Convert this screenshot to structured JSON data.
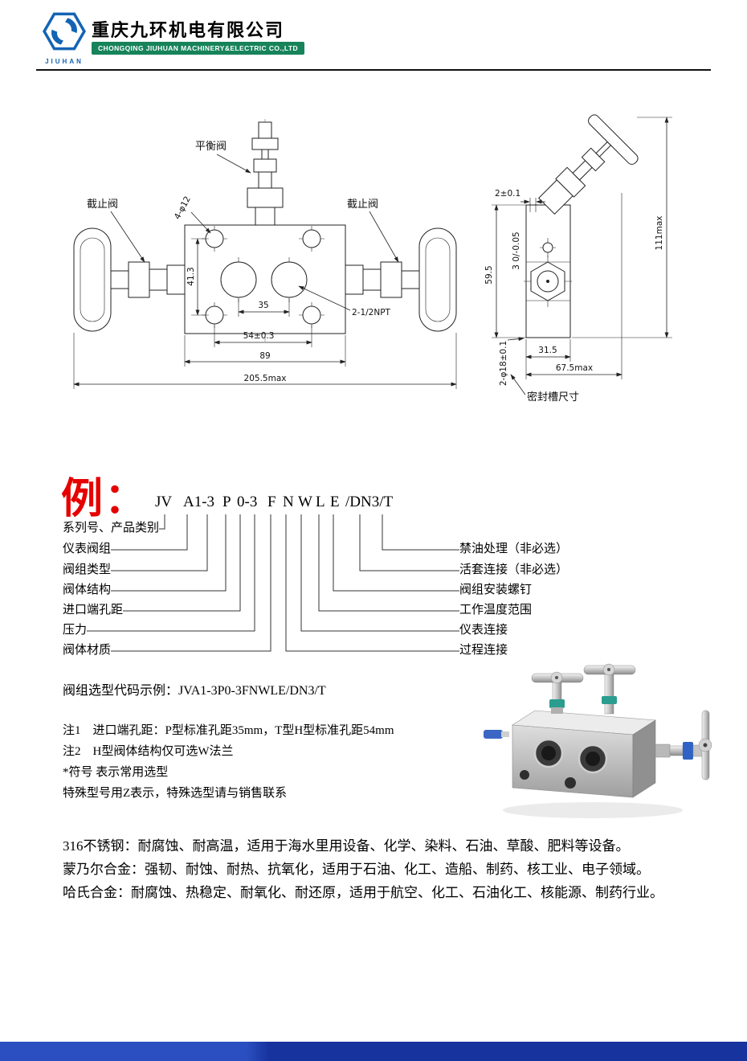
{
  "header": {
    "logo_text": "JIUHAN",
    "company_name_cn": "重庆九环机电有限公司",
    "company_name_en": "CHONGQING JIUHUAN MACHINERY&ELECTRIC CO.,LTD"
  },
  "colors": {
    "logo_blue": "#1464b4",
    "header_bar_green": "#17835b",
    "example_red": "#e60000",
    "footer_blue": "#17339e"
  },
  "drawing": {
    "front": {
      "balance_valve_label": "平衡阀",
      "stop_valve_left_label": "截止阀",
      "stop_valve_right_label": "截止阀",
      "dim_holes": "4-φ12",
      "dim_height": "41.3",
      "dim_center_spacing": "35",
      "dim_hole_spacing": "54±0.3",
      "dim_body_width": "89",
      "dim_overall_width": "205.5max",
      "dim_port_thread": "2-1/2NPT"
    },
    "side": {
      "dim_groove_width": "2±0.1",
      "dim_groove_depth": "3 0/-0.05",
      "dim_height_595": "59.5",
      "dim_overall_height": "111max",
      "dim_width_315": "31.5",
      "dim_overall_depth": "67.5max",
      "dim_seal_holes": "2-φ18±0.1",
      "seal_groove_label": "密封槽尺寸"
    }
  },
  "example": {
    "label": "例：",
    "code_segments": [
      "JV",
      "A1-3",
      "P",
      "0-3",
      "F",
      "N",
      "W",
      "L",
      "E",
      "/DN3/T"
    ],
    "left_labels": [
      "系列号、产品类别",
      "仪表阀组",
      "阀组类型",
      "阀体结构",
      "进口端孔距",
      "压力",
      "阀体材质"
    ],
    "right_labels": [
      "禁油处理（非必选）",
      "活套连接（非必选）",
      "阀组安装螺钉",
      "工作温度范围",
      "仪表连接",
      "过程连接"
    ]
  },
  "selection": {
    "code_example": "阀组选型代码示例：JVA1-3P0-3FNWLE/DN3/T",
    "notes": [
      "注1　进口端孔距：P型标准孔距35mm，T型H型标准孔距54mm",
      "注2　H型阀体结构仅可选W法兰",
      "*符号 表示常用选型",
      "特殊型号用Z表示，特殊选型请与销售联系"
    ]
  },
  "materials": [
    "316不锈钢：耐腐蚀、耐高温，适用于海水里用设备、化学、染料、石油、草酸、肥料等设备。",
    "蒙乃尔合金：强韧、耐蚀、耐热、抗氧化，适用于石油、化工、造船、制药、核工业、电子领域。",
    "哈氏合金：耐腐蚀、热稳定、耐氧化、耐还原，适用于航空、化工、石油化工、核能源、制药行业。"
  ]
}
